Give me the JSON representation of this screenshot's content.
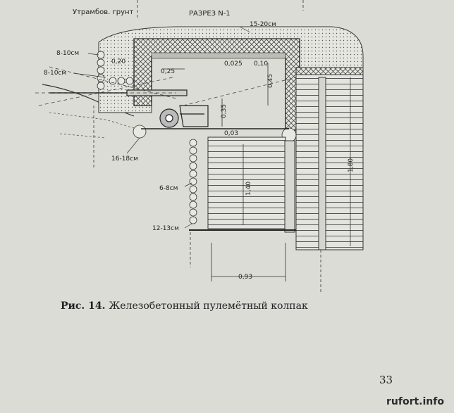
{
  "diagram": {
    "section_title": "РАЗРЕЗ N-1",
    "labels": {
      "tamped_soil": "Утрамбов. грунт",
      "roof_thickness": "15-20см",
      "log_top": "8-10см",
      "log_mid": "8-10см",
      "dim_020": "0,20",
      "dim_025": "0,25",
      "dim_0025": "0,025",
      "dim_010": "0,10",
      "dim_045": "0,45",
      "dim_035": "0,35",
      "dim_003": "0,03",
      "log_bottom": "16-18см",
      "wall_logs": "6-8см",
      "floor_logs": "12-13см",
      "height_140": "1,40",
      "height_180": "1,80",
      "width_093": "0,93"
    }
  },
  "caption": {
    "figure": "Рис. 14.",
    "text": "Железобетонный пулемётный колпак"
  },
  "page_number": "33",
  "watermark": "rufort.info"
}
